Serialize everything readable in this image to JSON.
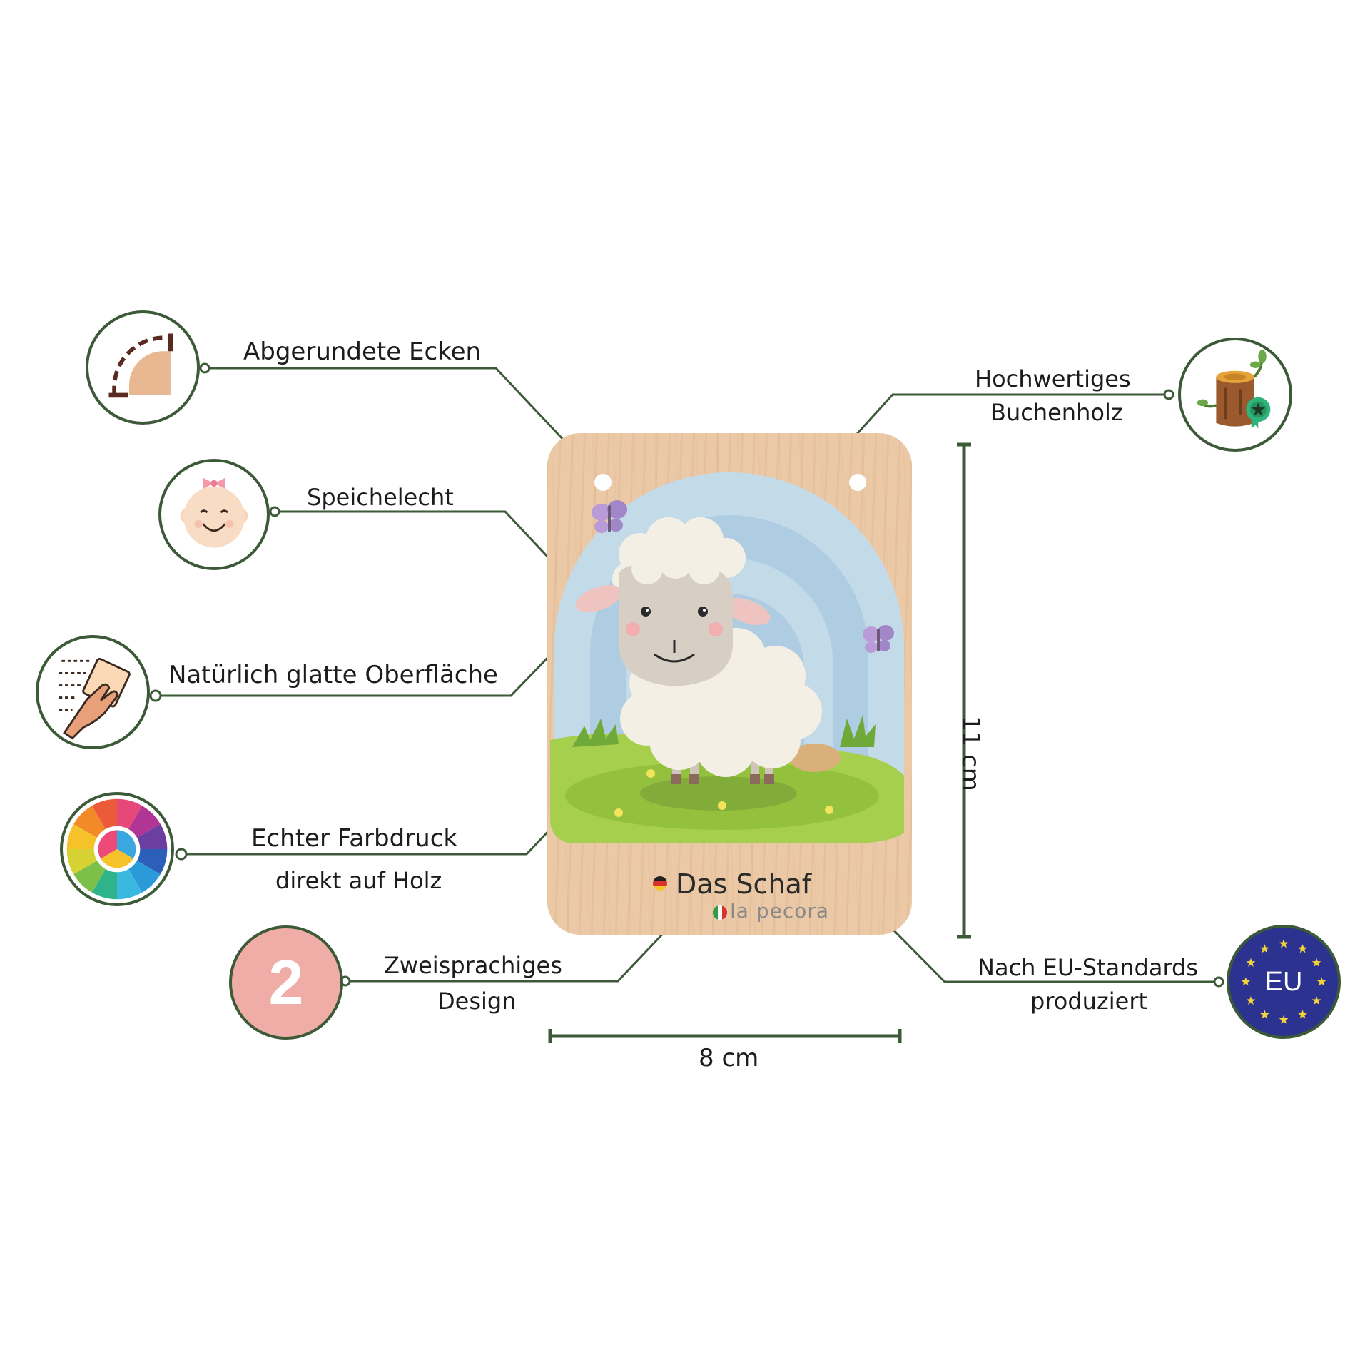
{
  "features": {
    "rounded_corners": "Abgerundete Ecken",
    "saliva_proof": "Speichelecht",
    "smooth_surface": "Natürlich glatte Oberfläche",
    "color_print_line1": "Echter Farbdruck",
    "color_print_line2": "direkt auf Holz",
    "bilingual_line1": "Zweisprachiges",
    "bilingual_line2": "Design",
    "beech_line1": "Hochwertiges",
    "beech_line2": "Buchenholz",
    "eu_line1": "Nach EU-Standards",
    "eu_line2": "produziert"
  },
  "badges": {
    "bilingual_number": "2",
    "eu_text": "EU"
  },
  "card": {
    "title": "Das Schaf",
    "subtitle": "la pecora"
  },
  "dimensions": {
    "height": "11 cm",
    "width": "8 cm"
  },
  "colors": {
    "line": "#3c5a38",
    "wood": "#ecc9a6",
    "badge_pink": "#f0aca6",
    "eu_blue": "#2b3290",
    "eu_star": "#f4d33a"
  },
  "icons": {
    "rounded_corners": "rounded-corner-icon",
    "saliva_proof": "baby-face-icon",
    "smooth_surface": "hand-wiping-icon",
    "color_print": "color-wheel-icon",
    "beech": "wood-log-icon",
    "eu": "eu-flag-icon"
  }
}
